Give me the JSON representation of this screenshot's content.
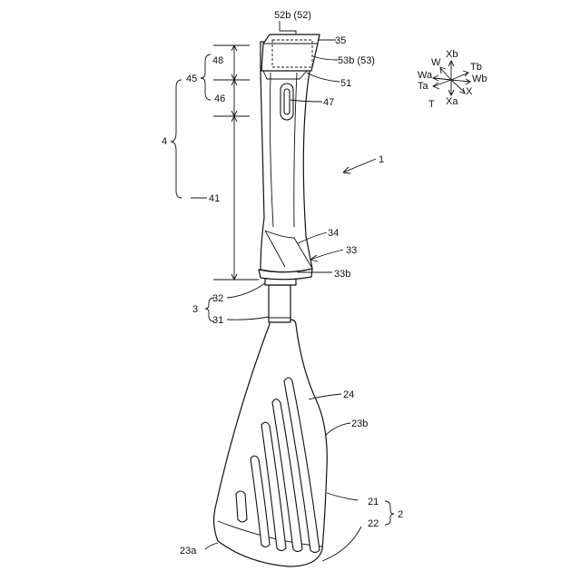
{
  "labels": {
    "l_52b": "52b (52)",
    "l_35": "35",
    "l_53b": "53b (53)",
    "l_51": "51",
    "l_48": "48",
    "l_45": "45",
    "l_46": "46",
    "l_47": "47",
    "l_4": "4",
    "l_41": "41",
    "l_1": "1",
    "l_34": "34",
    "l_33": "33",
    "l_33b": "33b",
    "l_32": "32",
    "l_3": "3",
    "l_31": "31",
    "l_24": "24",
    "l_23b": "23b",
    "l_21": "21",
    "l_2": "2",
    "l_22": "22",
    "l_23a": "23a"
  },
  "axes": {
    "xb": "Xb",
    "w": "W",
    "tb": "Tb",
    "wa": "Wa",
    "wb": "Wb",
    "ta": "Ta",
    "xa": "Xa",
    "x": "X",
    "t": "T"
  }
}
